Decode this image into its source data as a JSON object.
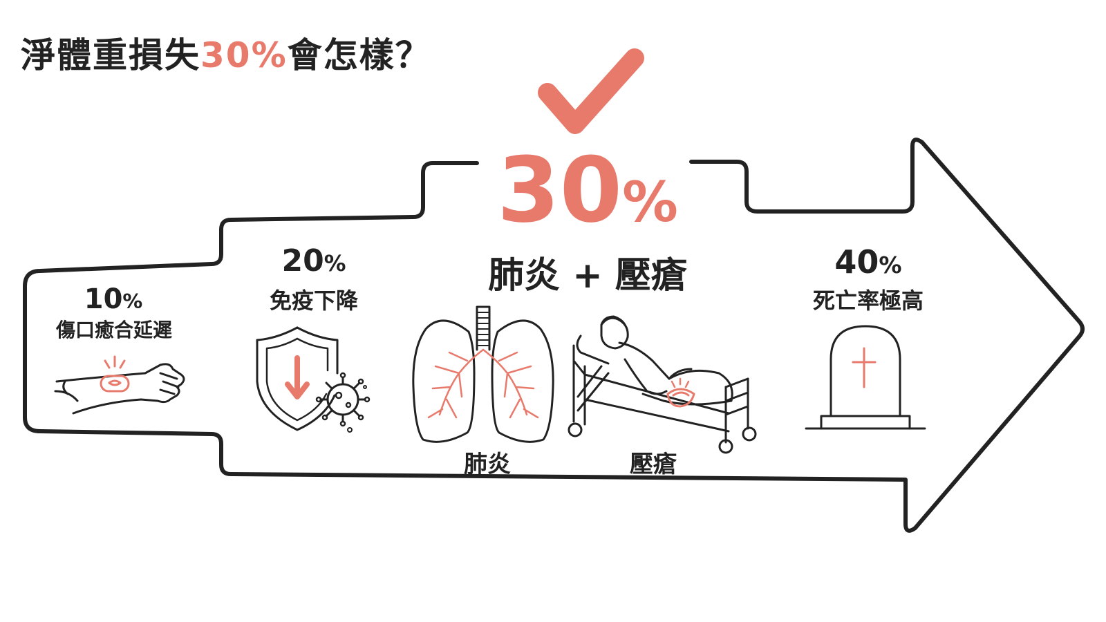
{
  "title": {
    "prefix": "淨體重損失",
    "highlight": "30%",
    "suffix": "會怎樣？"
  },
  "stages": [
    {
      "value": "10",
      "unit": "%",
      "label": "傷口癒合延遲",
      "icon": "bandaged-arm-icon"
    },
    {
      "value": "20",
      "unit": "%",
      "label": "免疫下降",
      "icon": "shield-down-arrow-virus-icon"
    },
    {
      "value": "30",
      "unit": "%",
      "label": "肺炎 + 壓瘡",
      "icon": "lungs-and-bedridden-patient-icon",
      "sub_labels": [
        "肺炎",
        "壓瘡"
      ]
    },
    {
      "value": "40",
      "unit": "%",
      "label": "死亡率極高",
      "icon": "tombstone-cross-icon"
    }
  ],
  "colors": {
    "accent": "#e87a6c",
    "ink": "#222222",
    "background": "#ffffff"
  },
  "icons": [
    "checkmark-icon",
    "arrow-outline"
  ]
}
